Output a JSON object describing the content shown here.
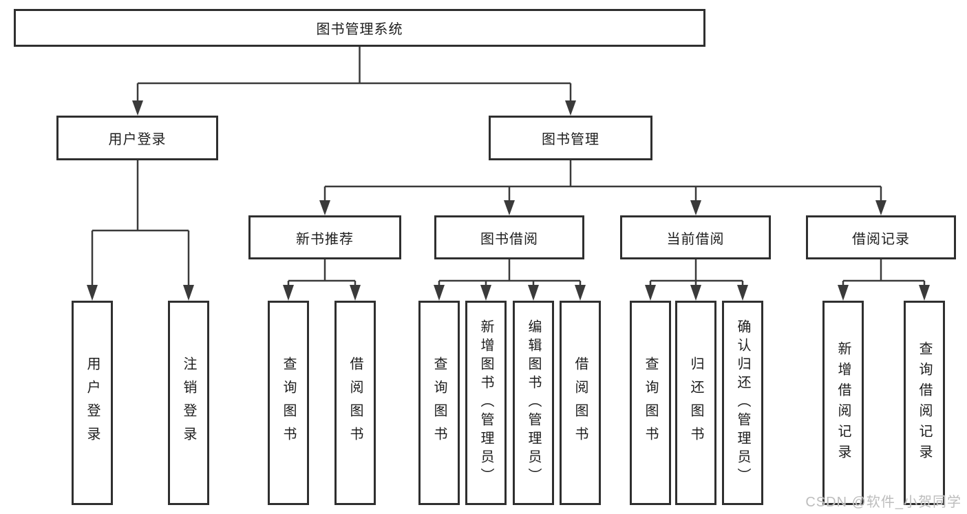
{
  "diagram": {
    "title": "图书管理系统",
    "root": {
      "label": "图书管理系统"
    },
    "level2": {
      "user_login": {
        "label": "用户登录"
      },
      "book_management": {
        "label": "图书管理"
      }
    },
    "level3": {
      "new_book_recommend": {
        "label": "新书推荐"
      },
      "book_borrow": {
        "label": "图书借阅"
      },
      "current_borrow": {
        "label": "当前借阅"
      },
      "borrow_records": {
        "label": "借阅记录"
      }
    },
    "leaves": {
      "user_login": [
        "用户登录",
        "注销登录"
      ],
      "new_book_recommend": [
        "查询图书",
        "借阅图书"
      ],
      "book_borrow": [
        "查询图书",
        "新增图书（管理员）",
        "编辑图书（管理员）",
        "借阅图书"
      ],
      "current_borrow": [
        "查询图书",
        "归还图书",
        "确认归还（管理员）"
      ],
      "borrow_records": [
        "新增借阅记录",
        "查询借阅记录"
      ]
    }
  },
  "watermark": {
    "text": "CSDN @软件_小贺同学"
  },
  "colors": {
    "line": "#3a3a3a",
    "box_border": "#2f2f2f",
    "text": "#1d1d1d",
    "watermark": "#bdbdbd",
    "background": "#ffffff"
  }
}
